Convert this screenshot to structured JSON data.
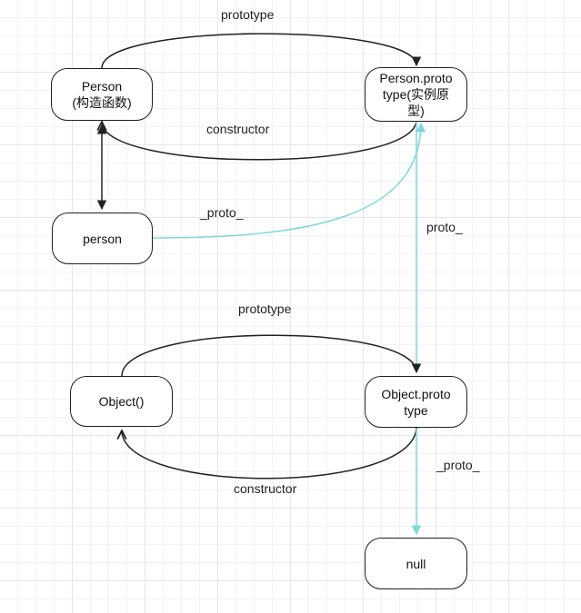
{
  "diagram": {
    "nodes": {
      "person_ctor": {
        "label": "Person\n(构造函数)"
      },
      "person_proto": {
        "label": "Person.proto\ntype(实例原\n型)"
      },
      "person_instance": {
        "label": "person"
      },
      "object_ctor": {
        "label": "Object()"
      },
      "object_proto": {
        "label": "Object.proto\ntype"
      },
      "null_node": {
        "label": "null"
      }
    },
    "edges": {
      "person_prototype": {
        "label": "prototype"
      },
      "person_constructor": {
        "label": "constructor"
      },
      "person_instance_proto": {
        "label": "_proto_"
      },
      "person_proto_to_object_proto": {
        "label": "proto_"
      },
      "object_prototype": {
        "label": "prototype"
      },
      "object_constructor": {
        "label": "constructor"
      },
      "object_proto_to_null": {
        "label": "_proto_"
      }
    }
  },
  "colors": {
    "black_edge": "#222222",
    "proto_edge": "#7fd6dd",
    "node_border": "#1f1f1f"
  }
}
